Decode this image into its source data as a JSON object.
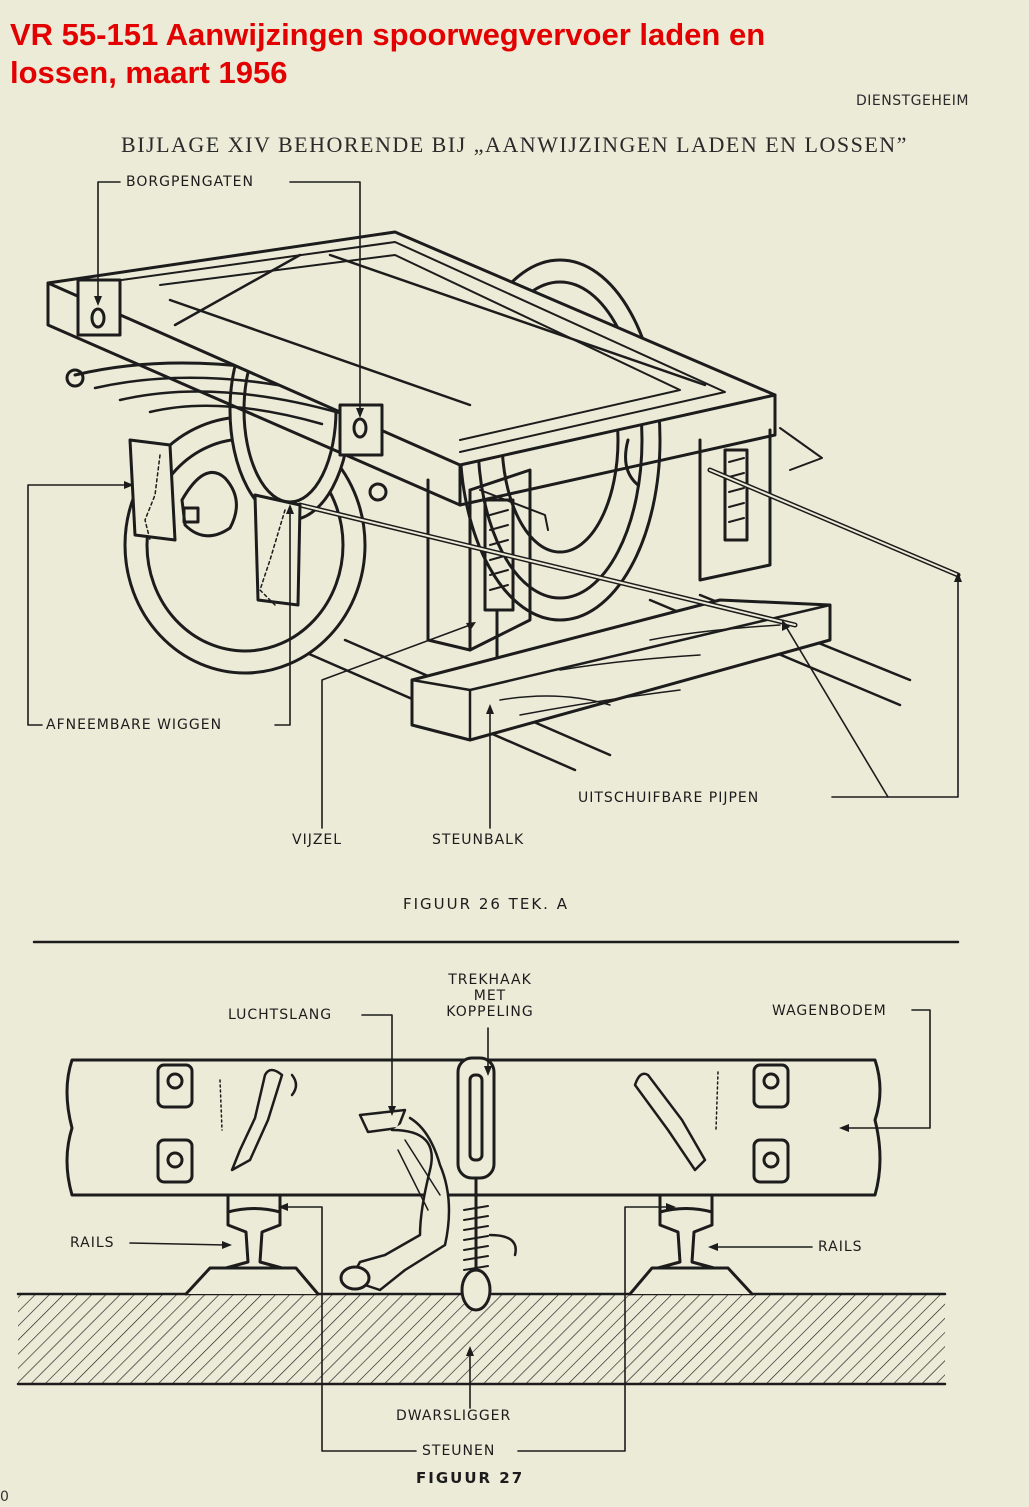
{
  "header": {
    "title_line1": "VR 55-151 Aanwijzingen spoorwegvervoer laden en",
    "title_line2": "lossen, maart 1956",
    "classification": "DIENSTGEHEIM",
    "subtitle": "BIJLAGE XIV BEHORENDE BIJ „AANWIJZINGEN LADEN EN LOSSEN”"
  },
  "figure26": {
    "labels": {
      "borgpengaten": "BORGPENGATEN",
      "afneembare_wiggen": "AFNEEMBARE WIGGEN",
      "vijzel": "VIJZEL",
      "steunbalk": "STEUNBALK",
      "uitschuifbare_pijpen": "UITSCHUIFBARE PIJPEN"
    },
    "caption": "FIGUUR 26 TEK. A"
  },
  "figure27": {
    "labels": {
      "luchtslang": "LUCHTSLANG",
      "trekhaak_line1": "TREKHAAK",
      "trekhaak_line2": "MET",
      "trekhaak_line3": "KOPPELING",
      "wagenbodem": "WAGENBODEM",
      "rails_left": "RAILS",
      "rails_right": "RAILS",
      "dwarsligger": "DWARSLIGGER",
      "steunen": "STEUNEN"
    },
    "caption": "FIGUUR 27"
  },
  "page_number": "0"
}
